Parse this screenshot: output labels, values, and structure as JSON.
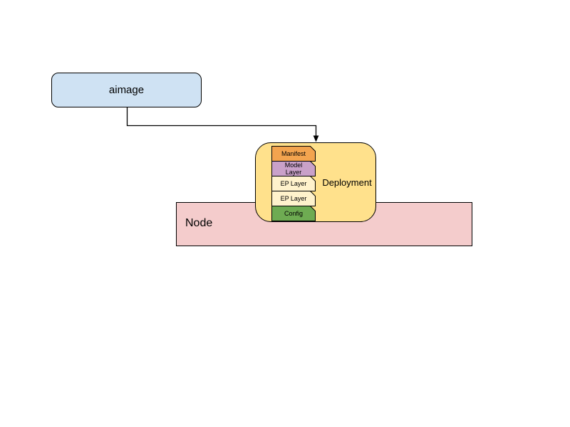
{
  "canvas": {
    "background": "#FFFFFF"
  },
  "aimage_node": {
    "label": "aimage",
    "fill": "#CFE2F3",
    "border": "#000000"
  },
  "deployment_node": {
    "label": "Deployment",
    "fill": "#FFE18C",
    "border": "#000000"
  },
  "node_box": {
    "label": "Node",
    "fill": "#F4CCCC",
    "border": "#000000"
  },
  "layers": [
    {
      "label": "Manifest",
      "fill": "#F3A44F"
    },
    {
      "label": "Model Layer",
      "fill": "#C9A1C9"
    },
    {
      "label": "EP Layer",
      "fill": "#FFF2CC"
    },
    {
      "label": "EP Layer",
      "fill": "#FFF2CC"
    },
    {
      "label": "Config",
      "fill": "#6EAB52"
    }
  ],
  "connector": {
    "from": "aimage",
    "to": "Deployment",
    "color": "#000000"
  }
}
